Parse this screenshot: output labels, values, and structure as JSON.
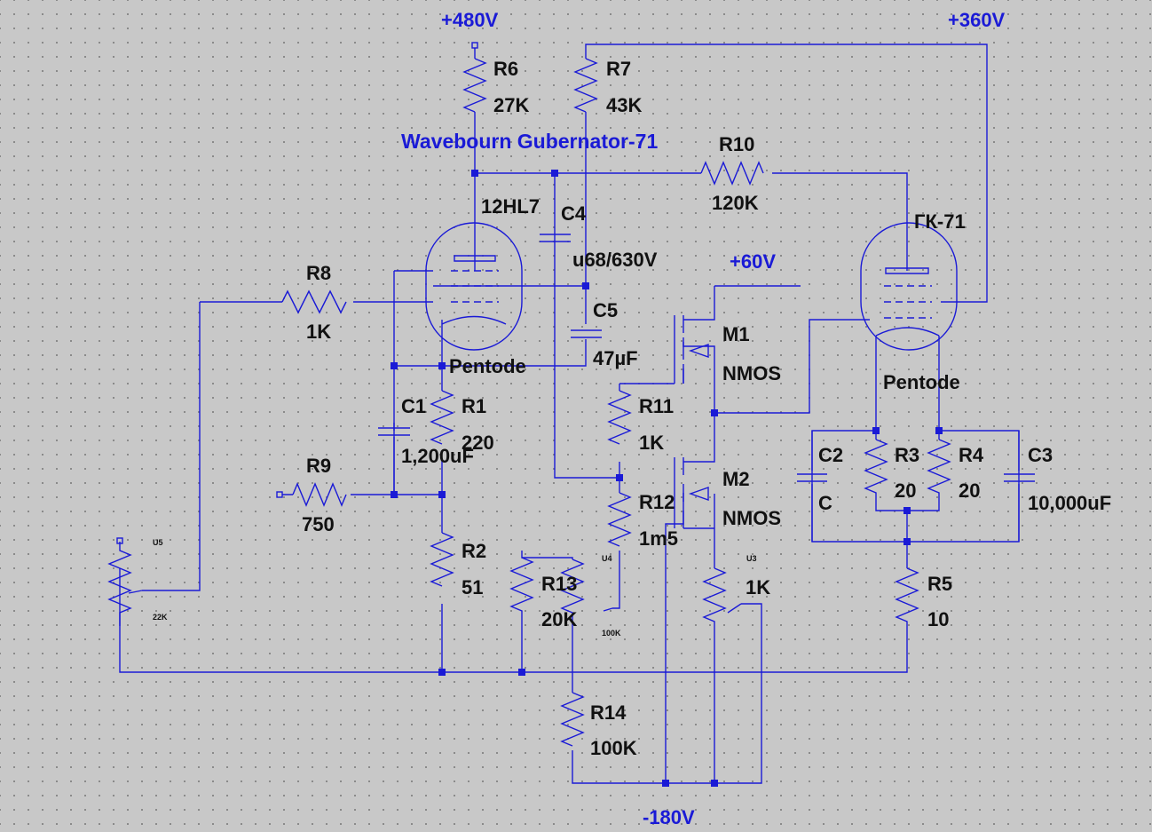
{
  "title": "Wavebourn Gubernator-71",
  "nets": {
    "v480": "+480V",
    "v360": "+360V",
    "v60": "+60V",
    "vneg180": "-180V"
  },
  "tubes": [
    {
      "ref": "12HL7",
      "type": "Pentode"
    },
    {
      "ref": "ГК-71",
      "type": "Pentode"
    }
  ],
  "resistors": [
    {
      "ref": "R1",
      "value": "220"
    },
    {
      "ref": "R2",
      "value": "51"
    },
    {
      "ref": "R3",
      "value": "20"
    },
    {
      "ref": "R4",
      "value": "20"
    },
    {
      "ref": "R5",
      "value": "10"
    },
    {
      "ref": "R6",
      "value": "27K"
    },
    {
      "ref": "R7",
      "value": "43K"
    },
    {
      "ref": "R8",
      "value": "1K"
    },
    {
      "ref": "R9",
      "value": "750"
    },
    {
      "ref": "R10",
      "value": "120K"
    },
    {
      "ref": "R11",
      "value": "1K"
    },
    {
      "ref": "R12",
      "value": "1m5"
    },
    {
      "ref": "R13",
      "value": "20K"
    },
    {
      "ref": "R14",
      "value": "100K"
    }
  ],
  "capacitors": [
    {
      "ref": "C1",
      "value": "1,200uF"
    },
    {
      "ref": "C2",
      "value": "C"
    },
    {
      "ref": "C3",
      "value": "10,000uF"
    },
    {
      "ref": "C4",
      "value": "u68/630V"
    },
    {
      "ref": "C5",
      "value": "47µF"
    }
  ],
  "mosfets": [
    {
      "ref": "M1",
      "type": "NMOS"
    },
    {
      "ref": "M2",
      "type": "NMOS"
    }
  ],
  "pots": [
    {
      "ref": "U5",
      "value": "22K"
    },
    {
      "ref": "U4",
      "value": "100K"
    },
    {
      "ref": "U3",
      "value": "1K"
    }
  ],
  "colors": {
    "wire": "#1a1ad6",
    "background": "#c8c8c8",
    "text": "#111111",
    "net_label": "#1a1ad6"
  }
}
